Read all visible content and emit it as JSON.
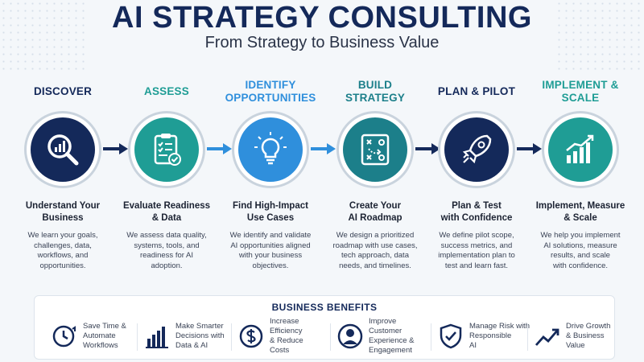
{
  "header": {
    "title": "AI STRATEGY CONSULTING",
    "subtitle": "From Strategy to Business Value"
  },
  "colors": {
    "navy": "#14295a",
    "teal": "#1f9d95",
    "blue": "#2f8fdc",
    "dark_teal": "#1c7f8a"
  },
  "steps": [
    {
      "title_lines": [
        "DISCOVER"
      ],
      "icon": "magnifier-chart-icon",
      "color": "#14295a",
      "title_color": "#14295a",
      "subtitle_lines": [
        "Understand Your",
        "Business"
      ],
      "desc_lines": [
        "We learn your goals,",
        "challenges, data,",
        "workflows, and",
        "opportunities."
      ]
    },
    {
      "title_lines": [
        "ASSESS"
      ],
      "icon": "clipboard-check-icon",
      "color": "#1f9d95",
      "title_color": "#1f9d95",
      "subtitle_lines": [
        "Evaluate Readiness",
        "& Data"
      ],
      "desc_lines": [
        "We assess data quality,",
        "systems, tools, and",
        "readiness for AI",
        "adoption."
      ]
    },
    {
      "title_lines": [
        "IDENTIFY",
        "OPPORTUNITIES"
      ],
      "icon": "lightbulb-icon",
      "color": "#2f8fdc",
      "title_color": "#2f8fdc",
      "subtitle_lines": [
        "Find High-Impact",
        "Use Cases"
      ],
      "desc_lines": [
        "We identify and validate",
        "AI opportunities aligned",
        "with your business",
        "objectives."
      ]
    },
    {
      "title_lines": [
        "BUILD",
        "STRATEGY"
      ],
      "icon": "strategy-board-icon",
      "color": "#1c7f8a",
      "title_color": "#1c7f8a",
      "subtitle_lines": [
        "Create Your",
        "AI Roadmap"
      ],
      "desc_lines": [
        "We design a prioritized",
        "roadmap with use cases,",
        "tech approach, data",
        "needs, and timelines."
      ]
    },
    {
      "title_lines": [
        "PLAN & PILOT"
      ],
      "icon": "rocket-icon",
      "color": "#14295a",
      "title_color": "#14295a",
      "subtitle_lines": [
        "Plan & Test",
        "with Confidence"
      ],
      "desc_lines": [
        "We define pilot scope,",
        "success metrics, and",
        "implementation plan to",
        "test and learn fast."
      ]
    },
    {
      "title_lines": [
        "IMPLEMENT &",
        "SCALE"
      ],
      "icon": "growth-chart-icon",
      "color": "#1f9d95",
      "title_color": "#1f9d95",
      "subtitle_lines": [
        "Implement, Measure",
        "& Scale"
      ],
      "desc_lines": [
        "We help you implement",
        "AI solutions, measure",
        "results, and scale",
        "with confidence."
      ]
    }
  ],
  "benefits": {
    "title": "BUSINESS BENEFITS",
    "items": [
      {
        "icon": "clock-icon",
        "lines": [
          "Save Time &",
          "Automate",
          "Workflows"
        ]
      },
      {
        "icon": "bar-chart-icon",
        "lines": [
          "Make Smarter",
          "Decisions with",
          "Data & AI"
        ]
      },
      {
        "icon": "dollar-icon",
        "lines": [
          "Increase Efficiency",
          "& Reduce",
          "Costs"
        ]
      },
      {
        "icon": "customer-icon",
        "lines": [
          "Improve Customer",
          "Experience &",
          "Engagement"
        ]
      },
      {
        "icon": "shield-check-icon",
        "lines": [
          "Manage Risk with",
          "Responsible",
          "AI"
        ]
      },
      {
        "icon": "trend-up-icon",
        "lines": [
          "Drive Growth",
          "& Business",
          "Value"
        ]
      }
    ]
  }
}
